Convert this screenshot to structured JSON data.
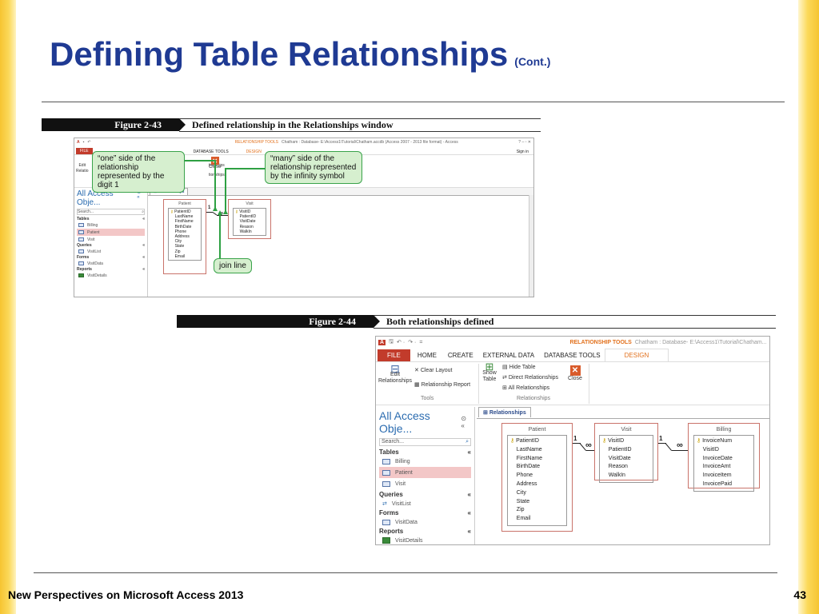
{
  "slide": {
    "title": "Defining Table Relationships",
    "title_suffix": "(Cont.)",
    "footer": "New Perspectives on Microsoft Access 2013",
    "page_number": "43"
  },
  "figure1": {
    "number": "Figure 2-43",
    "caption": "Defined relationship in the Relationships window",
    "title_text": "Chatham : Database- E:\\Access1\\Tutorial\\Chatham.accdb (Access 2007 - 2013 file format) - Access",
    "context_tab": "RELATIONSHIP TOOLS",
    "design_tab": "DESIGN",
    "file_tab": "FILE",
    "db_tools_tab": "DATABASE TOOLS",
    "sign_in": "Sign in",
    "edit_label": "Edit",
    "relatio_label": "Relatio",
    "close_label": "Close",
    "tionships_label": "tionships",
    "nav_title": "All Access Obje...",
    "search": "Search...",
    "groups": [
      {
        "name": "Tables",
        "items": [
          "Billing",
          "Patient",
          "Visit"
        ]
      },
      {
        "name": "Queries",
        "items": [
          "VisitList"
        ]
      },
      {
        "name": "Forms",
        "items": [
          "VisitData"
        ]
      },
      {
        "name": "Reports",
        "items": [
          "VisitDetails"
        ]
      }
    ],
    "doc_tab": "Relationships",
    "patient": {
      "name": "Patient",
      "fields": [
        "PatientID",
        "LastName",
        "FirstName",
        "BirthDate",
        "Phone",
        "Address",
        "City",
        "State",
        "Zip",
        "Email"
      ]
    },
    "visit": {
      "name": "Visit",
      "fields": [
        "VisitID",
        "PatientID",
        "VisitDate",
        "Reason",
        "WalkIn"
      ]
    },
    "one_label": "1",
    "callout_one": "“one” side of the relationship represented by the digit 1",
    "callout_many": "“many” side of the relationship represented by the infinity symbol",
    "callout_join": "join line"
  },
  "figure2": {
    "number": "Figure 2-44",
    "caption": "Both relationships defined",
    "context_tab": "RELATIONSHIP TOOLS",
    "title_text": "Chatham : Database- E:\\Access1\\Tutorial\\Chatham...",
    "tabs": [
      "FILE",
      "HOME",
      "CREATE",
      "EXTERNAL DATA",
      "DATABASE TOOLS",
      "DESIGN"
    ],
    "ribbon": {
      "edit_relationships": "Edit Relationships",
      "clear_layout": "Clear Layout",
      "relationship_report": "Relationship Report",
      "tools_group": "Tools",
      "show_table": "Show Table",
      "hide_table": "Hide Table",
      "direct_relationships": "Direct Relationships",
      "all_relationships": "All Relationships",
      "close": "Close",
      "relationships_group": "Relationships"
    },
    "nav_title": "All Access Obje...",
    "search": "Search...",
    "groups": [
      {
        "name": "Tables",
        "items": [
          "Billing",
          "Patient",
          "Visit"
        ]
      },
      {
        "name": "Queries",
        "items": [
          "VisitList"
        ]
      },
      {
        "name": "Forms",
        "items": [
          "VisitData"
        ]
      },
      {
        "name": "Reports",
        "items": [
          "VisitDetails"
        ]
      }
    ],
    "doc_tab": "Relationships",
    "patient": {
      "name": "Patient",
      "fields": [
        "PatientID",
        "LastName",
        "FirstName",
        "BirthDate",
        "Phone",
        "Address",
        "City",
        "State",
        "Zip",
        "Email"
      ]
    },
    "visit": {
      "name": "Visit",
      "fields": [
        "VisitID",
        "PatientID",
        "VisitDate",
        "Reason",
        "WalkIn"
      ]
    },
    "billing": {
      "name": "Billing",
      "fields": [
        "InvoiceNum",
        "VisitID",
        "InvoiceDate",
        "InvoiceAmt",
        "InvoiceItem",
        "InvoicePaid"
      ]
    },
    "one_label": "1",
    "many_label": "∞"
  },
  "colors": {
    "title_blue": "#1f3a93",
    "accent_yellow": "#f6c431",
    "callout_green": "#d6efcf",
    "access_red": "#c23b2b"
  }
}
